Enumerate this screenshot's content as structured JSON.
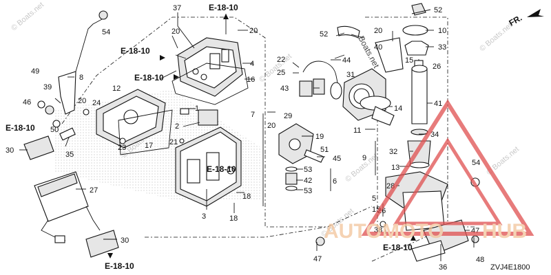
{
  "diagram": {
    "code": "ZVJ4E1800",
    "direction_label": "FR.",
    "reference_label": "E-18-10",
    "callouts": [
      "1",
      "2",
      "3",
      "4",
      "5",
      "6",
      "7",
      "8",
      "9",
      "10",
      "11",
      "12",
      "13",
      "14",
      "15",
      "16",
      "17",
      "18",
      "19",
      "20",
      "21",
      "22",
      "23",
      "24",
      "25",
      "26",
      "27",
      "28",
      "29",
      "30",
      "31",
      "32",
      "33",
      "34",
      "35",
      "36",
      "37",
      "38",
      "39",
      "40",
      "41",
      "42",
      "43",
      "44",
      "45",
      "46",
      "47",
      "48",
      "49",
      "50",
      "51",
      "52",
      "53",
      "54"
    ]
  },
  "watermark": {
    "text": "© Boats.net",
    "side_text": "Boats.net",
    "logo_text_a": "AUTO",
    "logo_text_b": "MOTO",
    "logo_text_c": "HUB",
    "logo_color": "#f2c49a",
    "logo_accent": "#e05050"
  }
}
